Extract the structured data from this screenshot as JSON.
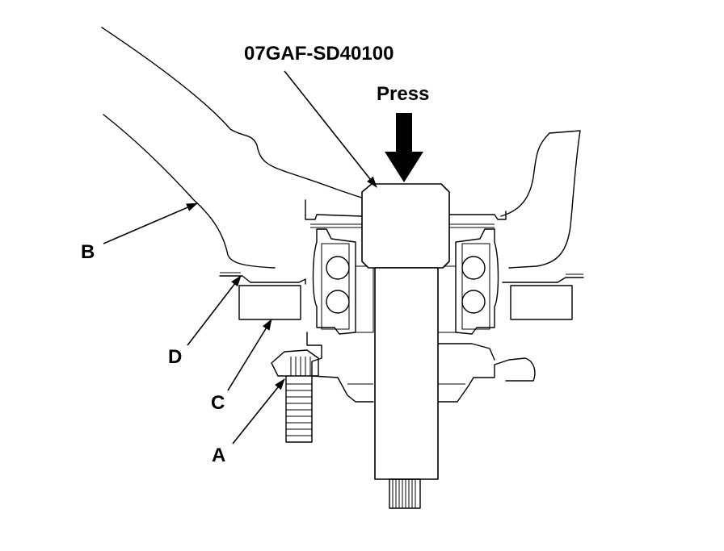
{
  "diagram": {
    "tool_label": "07GAF-SD40100",
    "press_label": "Press",
    "callouts": {
      "a": "A",
      "b": "B",
      "c": "C",
      "d": "D"
    }
  }
}
